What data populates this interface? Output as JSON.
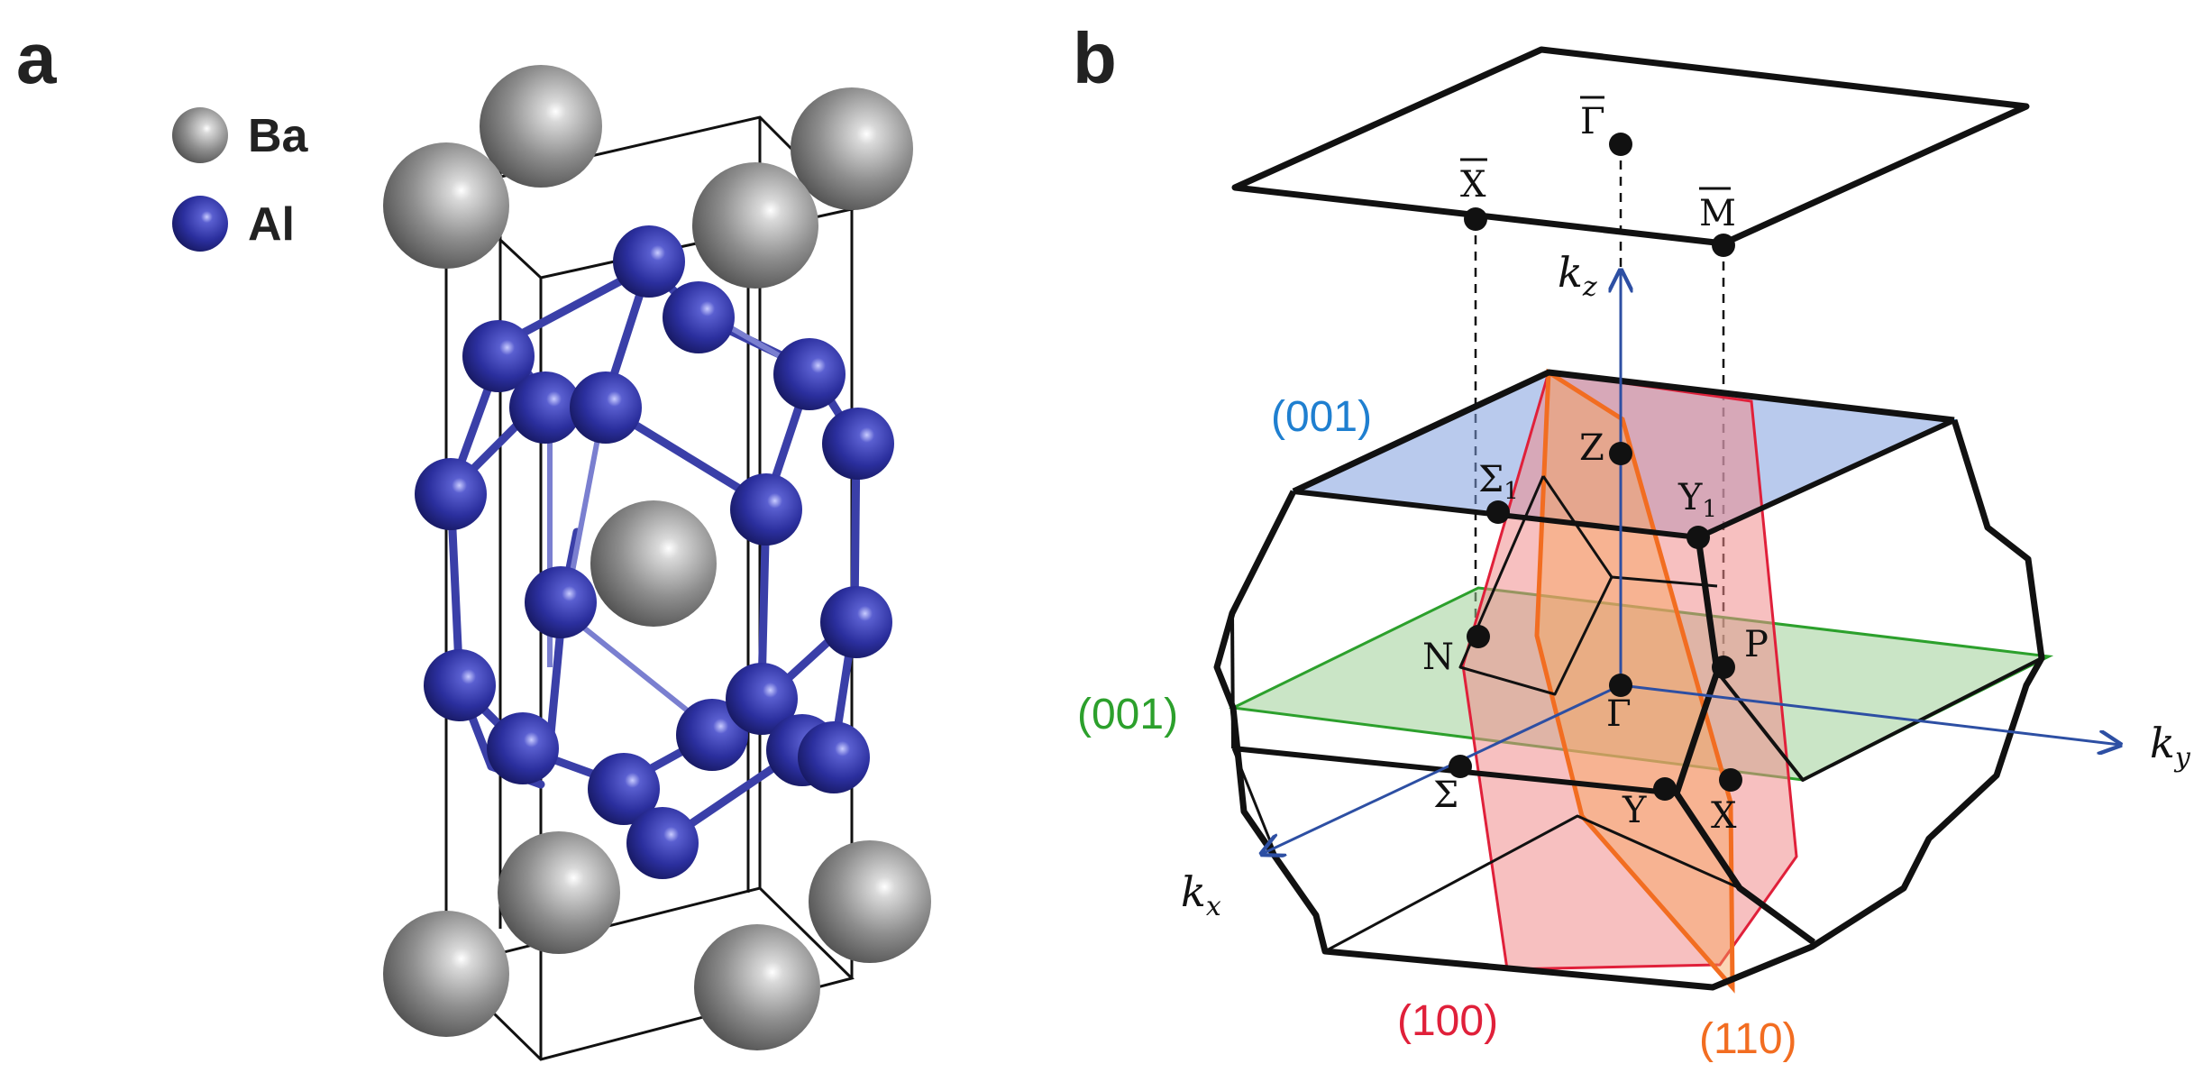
{
  "panels": {
    "a": {
      "label": "a"
    },
    "b": {
      "label": "b"
    }
  },
  "legend": [
    {
      "symbol": "Ba",
      "color": "#8c8c8c"
    },
    {
      "symbol": "Al",
      "color": "#2b2f9e"
    }
  ],
  "planes": {
    "top_001": {
      "label": "(001)",
      "color": "#1f7fd0"
    },
    "mid_001": {
      "label": "(001)",
      "color": "#2ca02c"
    },
    "p100": {
      "label": "(100)",
      "color": "#e0203a"
    },
    "p110": {
      "label": "(110)",
      "color": "#f26d21"
    }
  },
  "axes": {
    "kx": {
      "base": "k",
      "sub": "x"
    },
    "ky": {
      "base": "k",
      "sub": "y"
    },
    "kz": {
      "base": "k",
      "sub": "z"
    }
  },
  "surface_points": {
    "gamma_bar": "Γ",
    "x_bar": "X",
    "m_bar": "M"
  },
  "bulk_points": {
    "z": "Z",
    "sigma1_base": "Σ",
    "sigma1_sub": "1",
    "y1_base": "Y",
    "y1_sub": "1",
    "n": "N",
    "p": "P",
    "gamma": "Γ",
    "sigma": "Σ",
    "y": "Y",
    "x": "X"
  },
  "colors": {
    "ba": "#8c8c8c",
    "al": "#2b2f9e",
    "bond": "#3a3fa8",
    "axis": "#2d4fa3"
  }
}
